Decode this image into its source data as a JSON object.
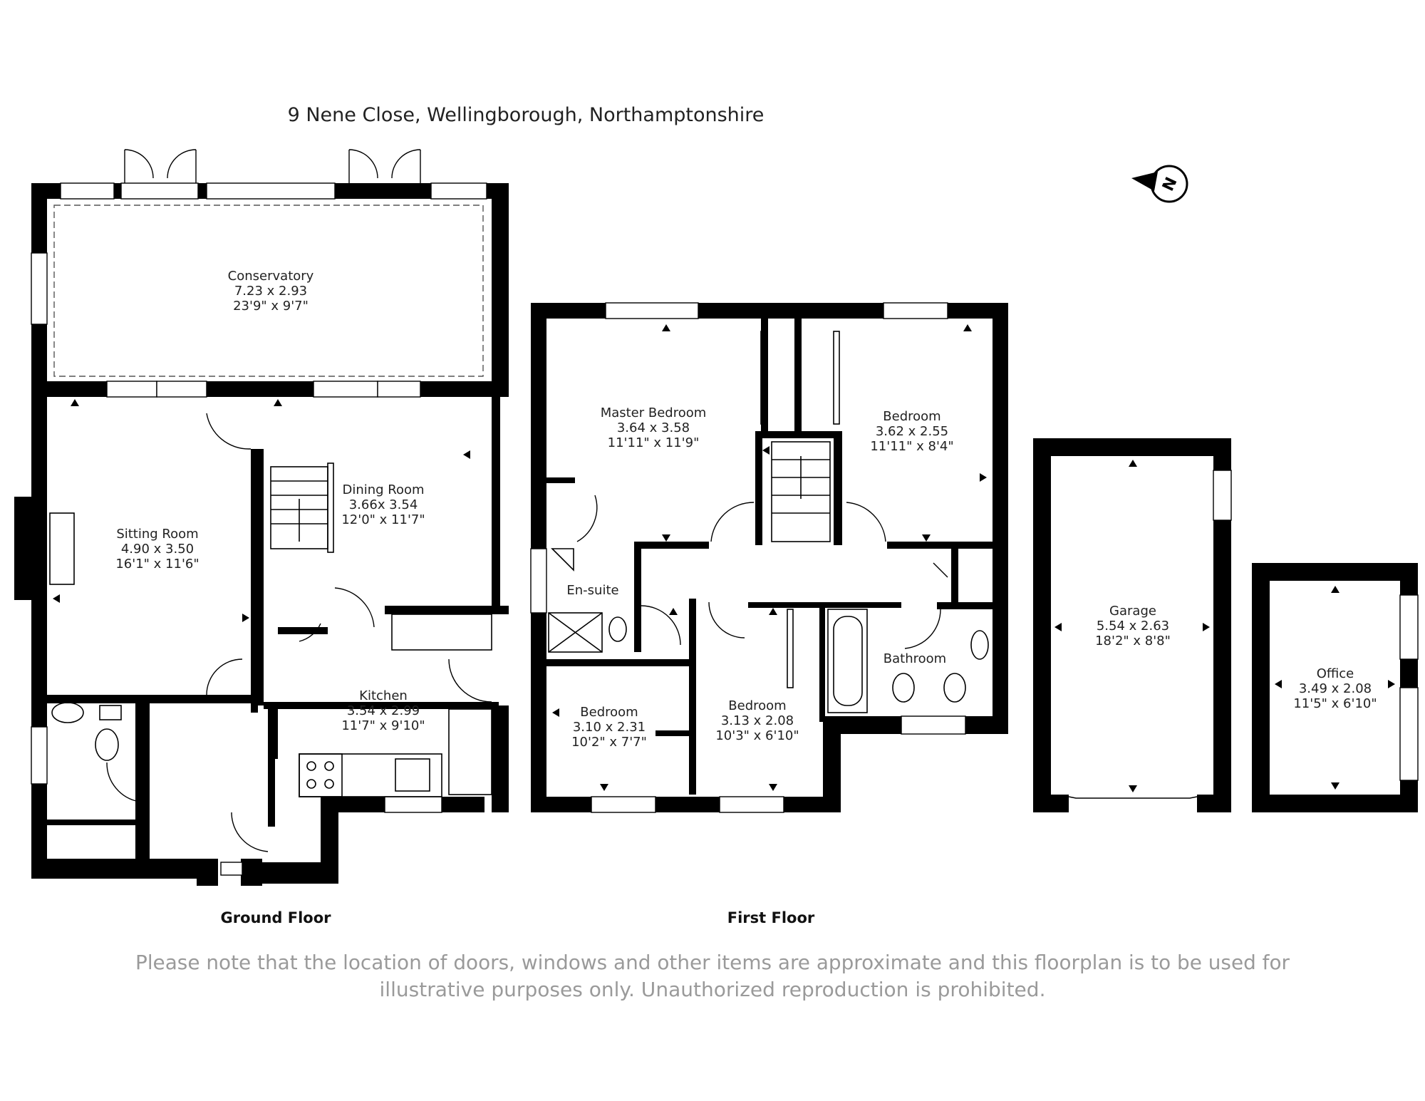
{
  "title": "9 Nene Close, Wellingborough, Northamptonshire",
  "compass": {
    "icon": "north-compass-icon",
    "label": "N"
  },
  "rooms": {
    "conservatory": {
      "name": "Conservatory",
      "metric": "7.23 x 2.93",
      "imperial": "23'9\" x 9'7\""
    },
    "sitting_room": {
      "name": "Sitting Room",
      "metric": "4.90 x 3.50",
      "imperial": "16'1\" x 11'6\""
    },
    "dining_room": {
      "name": "Dining Room",
      "metric": "3.66x 3.54",
      "imperial": "12'0\" x 11'7\""
    },
    "kitchen": {
      "name": "Kitchen",
      "metric": "3.54 x 2.99",
      "imperial": "11'7\" x 9'10\""
    },
    "master_bedroom": {
      "name": "Master Bedroom",
      "metric": "3.64 x 3.58",
      "imperial": "11'11\" x 11'9\""
    },
    "bedroom_2": {
      "name": "Bedroom",
      "metric": "3.62 x 2.55",
      "imperial": "11'11\" x 8'4\""
    },
    "ensuite": {
      "name": "En-suite"
    },
    "bedroom_3": {
      "name": "Bedroom",
      "metric": "3.10 x 2.31",
      "imperial": "10'2\" x 7'7\""
    },
    "bedroom_4": {
      "name": "Bedroom",
      "metric": "3.13 x 2.08",
      "imperial": "10'3\" x 6'10\""
    },
    "bathroom": {
      "name": "Bathroom"
    },
    "garage": {
      "name": "Garage",
      "metric": "5.54 x 2.63",
      "imperial": "18'2\" x 8'8\""
    },
    "office": {
      "name": "Office",
      "metric": "3.49 x 2.08",
      "imperial": "11'5\" x 6'10\""
    }
  },
  "floors": {
    "ground": "Ground Floor",
    "first": "First Floor"
  },
  "disclaimer": {
    "line1": "Please note that the location of doors, windows and other items are approximate and this floorplan is to be used for",
    "line2": "illustrative purposes only. Unauthorized reproduction is prohibited."
  }
}
